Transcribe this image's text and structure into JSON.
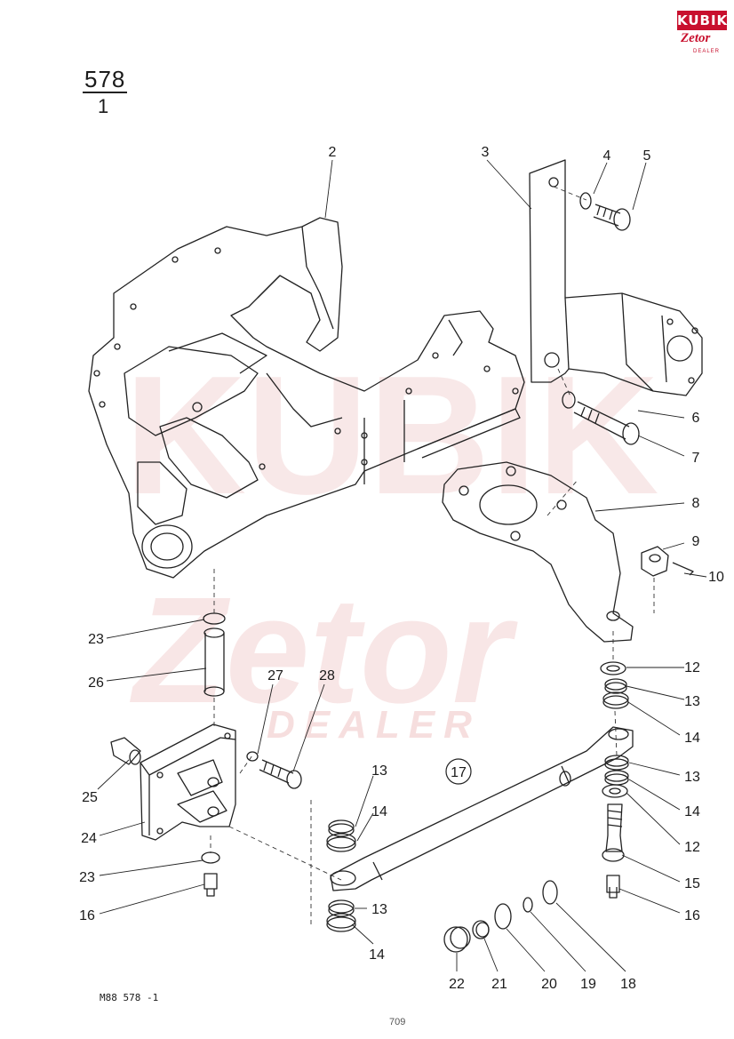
{
  "header": {
    "group_number": "578",
    "sub_number": "1"
  },
  "logo": {
    "top_text": "KUBIK",
    "middle_text": "Zetor",
    "bottom_text": "DEALER",
    "brand_color": "#c8102e"
  },
  "watermark": {
    "line1": "KUBIK",
    "line2": "Zetor",
    "line3": "DEALER",
    "color": "#f4d6d6"
  },
  "assembly_marker": "17",
  "callouts": [
    "2",
    "3",
    "4",
    "5",
    "6",
    "7",
    "8",
    "9",
    "10",
    "12",
    "13",
    "14",
    "13",
    "14",
    "12",
    "15",
    "16",
    "23",
    "26",
    "27",
    "28",
    "25",
    "24",
    "23",
    "16",
    "13",
    "14",
    "13",
    "14",
    "22",
    "21",
    "20",
    "19",
    "18"
  ],
  "footer": {
    "drawing_code": "M88  578 -1",
    "page_number": "709"
  }
}
